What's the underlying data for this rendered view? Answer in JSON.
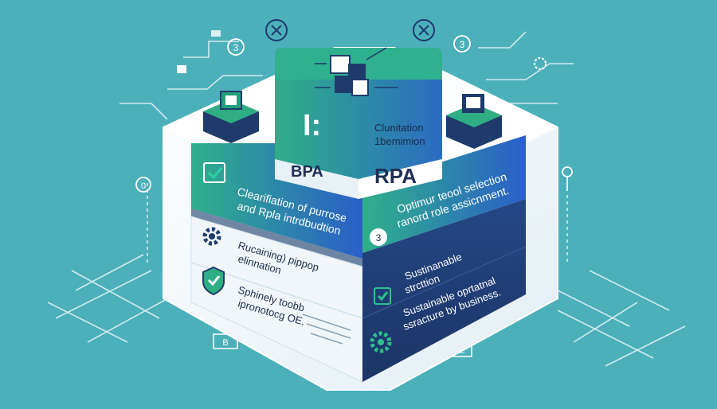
{
  "top_block": {
    "title_line1": "Clunitation",
    "title_line2": "1bemimion",
    "bars_glyph": "I:",
    "label_left": "BPA",
    "label_right": "RPA"
  },
  "band_left": {
    "line1": "Clearifiation of purrose",
    "line2": "and Rpla intrdbudtion"
  },
  "band_right": {
    "number": "3",
    "line1": "Optimur teool selection",
    "line2": "ranord role assicnment."
  },
  "panel_left_top": {
    "line1": "Rucaining) pippop",
    "line2": "elinnation"
  },
  "panel_left_bottom": {
    "line1": "Sphinely toobb",
    "line2": "ipronotocg OE."
  },
  "panel_right_top": {
    "line1": "Sustinanable",
    "line2": "strcttion"
  },
  "panel_right_bottom": {
    "line1": "Sustainable oprtatnal",
    "line2": "ssracture by business."
  },
  "floating_badges": {
    "badge_3_left": "3",
    "badge_3_right": "3",
    "badge_0": "0",
    "tag_bottom_left": "B",
    "tag_bottom_right": "C"
  },
  "colors": {
    "background": "#4bb0ba",
    "navy": "#1f3a6e",
    "blue": "#2a62c9",
    "green": "#2fae84",
    "teal": "#3fa8a6",
    "white": "#f4f8fb"
  }
}
